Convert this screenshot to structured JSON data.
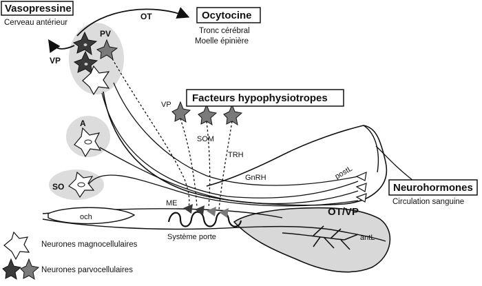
{
  "boxes": {
    "vasopressine": {
      "title": "Vasopressine",
      "sub1": "Cerveau antérieur"
    },
    "ocytocine": {
      "title": "Ocytocine",
      "sub1": "Tronc cérébral",
      "sub2": "Moelle épinière"
    },
    "facteurs": {
      "title": "Facteurs hypophysiotropes"
    },
    "neurohormones": {
      "title": "Neurohormones",
      "sub1": "Circulation sanguine"
    }
  },
  "labels": {
    "ot_top": "OT",
    "vp_left": "VP",
    "pv": "PV",
    "vp_fibre": "VP",
    "som": "SOM",
    "trh": "TRH",
    "gnrh": "GnRH",
    "a": "A",
    "so": "SO",
    "me": "ME",
    "och": "och",
    "systeme_porte": "Système porte",
    "postl": "postL",
    "otvp": "OT/VP",
    "antl": "antL"
  },
  "legend": {
    "magno": "Neurones magnocellulaires",
    "parvo": "Neurones parvocellulaires"
  },
  "colors": {
    "stroke": "#111111",
    "nucleus_fill": "#dcdcdc",
    "gland_fill": "#d8d8d8",
    "parvo_dark": "#3a3a3a",
    "parvo_mid": "#7a7a7a"
  }
}
